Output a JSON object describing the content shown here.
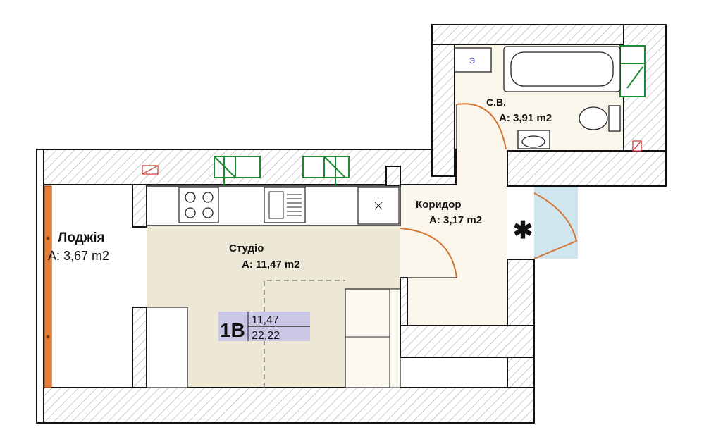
{
  "rooms": {
    "loggia": {
      "name": "Лоджія",
      "area": "A: 3,67 m2"
    },
    "studio": {
      "name": "Студіо",
      "area": "A: 11,47 m2"
    },
    "corridor": {
      "name": "Коридор",
      "area": "A: 3,17 m2"
    },
    "bathroom": {
      "name": "С.В.",
      "area": "A: 3,91 m2"
    }
  },
  "apartment_badge": {
    "code": "1В",
    "living_area": "11,47",
    "total_area": "22,22"
  },
  "meter_icon_label": "Э",
  "entrance_symbol": "✱",
  "colors": {
    "studio_fill": "#ede8d6",
    "corridor_fill": "#faf6ec",
    "badge_fill": "#c9c6e6",
    "loggia_rail": "#e47f3a",
    "window_green": "#1d8a35",
    "door_orange": "#d67533",
    "entrance_blue": "#cfe6ee"
  }
}
